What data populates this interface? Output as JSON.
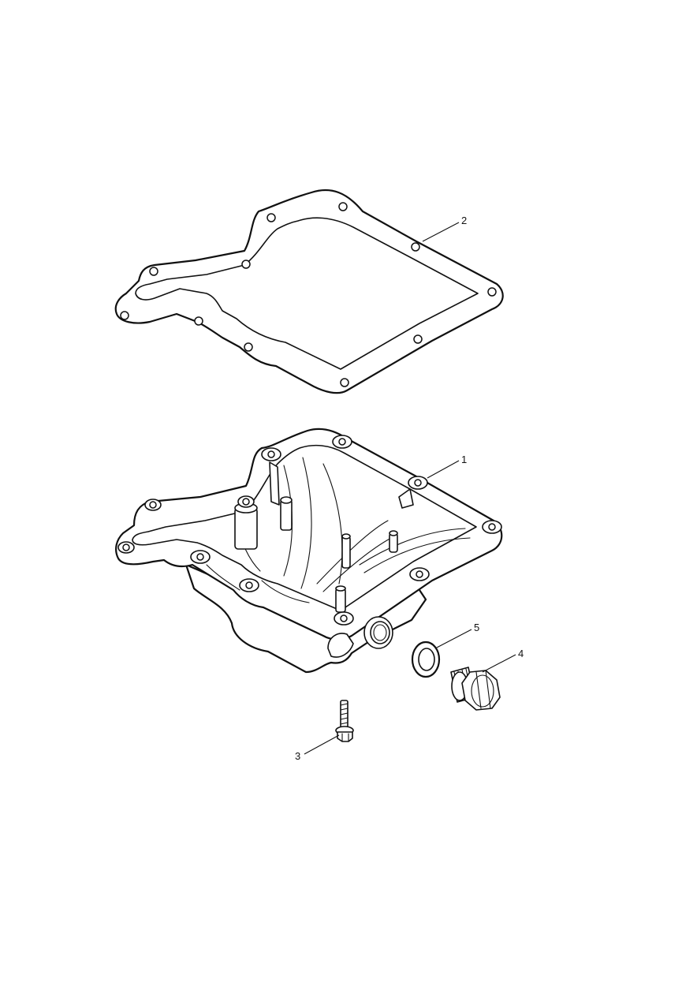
{
  "callouts": [
    {
      "id": "oil-pan",
      "number": "1"
    },
    {
      "id": "gasket",
      "number": "2"
    },
    {
      "id": "bolt",
      "number": "3"
    },
    {
      "id": "drain-plug",
      "number": "4"
    },
    {
      "id": "sealing-washer",
      "number": "5"
    }
  ],
  "colors": {
    "line": "#111111",
    "background": "#ffffff"
  }
}
